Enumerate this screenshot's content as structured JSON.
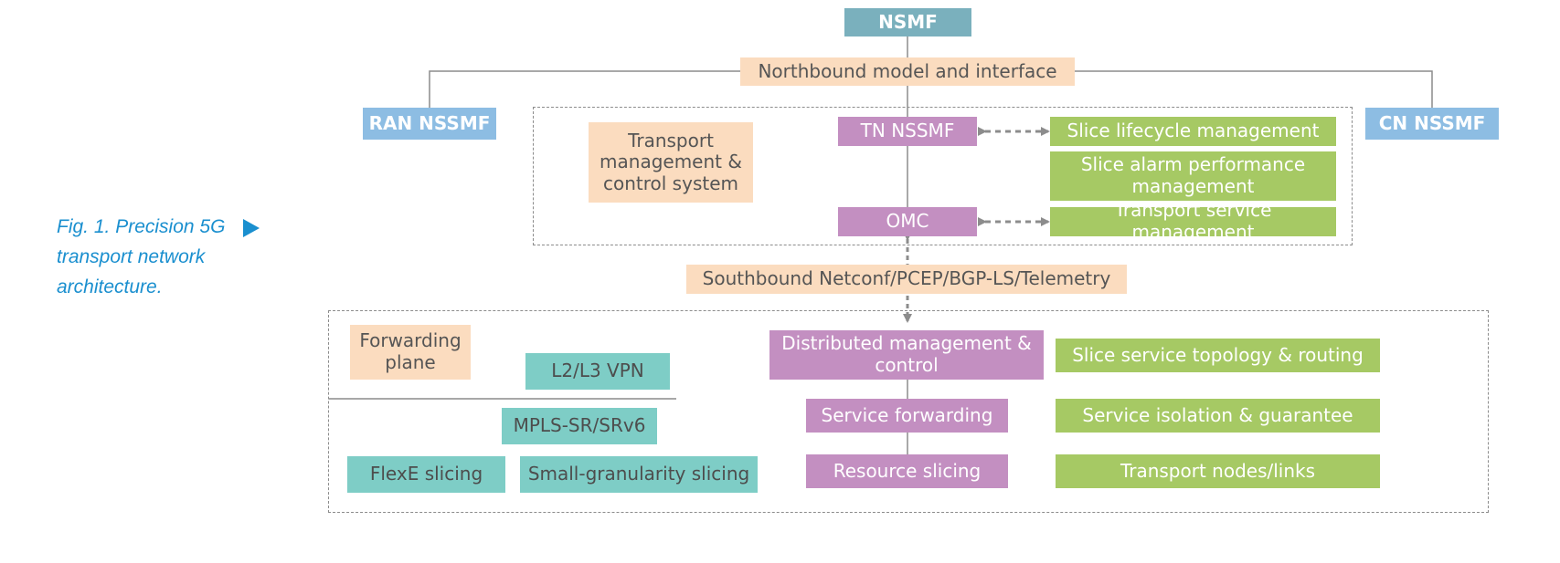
{
  "caption": {
    "lines": [
      "Fig. 1. Precision 5G",
      "transport network",
      "architecture."
    ]
  },
  "boxes": {
    "nsmf": "NSMF",
    "northbound": "Northbound model and interface",
    "ran_nssmf": "RAN NSSMF",
    "cn_nssmf": "CN NSSMF",
    "transport_mgmt": [
      "Transport",
      "management &",
      "control system"
    ],
    "tn_nssmf": "TN NSSMF",
    "omc": "OMC",
    "slice_lifecycle": "Slice lifecycle management",
    "slice_alarm": [
      "Slice alarm performance",
      "management"
    ],
    "transport_service_mgmt": "Transport service management",
    "southbound": "Southbound Netconf/PCEP/BGP-LS/Telemetry",
    "forwarding_plane": [
      "Forwarding",
      "plane"
    ],
    "l2l3_vpn": "L2/L3 VPN",
    "mpls": "MPLS-SR/SRv6",
    "flexe": "FlexE slicing",
    "small_granularity": "Small-granularity slicing",
    "distributed": [
      "Distributed management &",
      "control"
    ],
    "service_forwarding": "Service forwarding",
    "resource_slicing": "Resource slicing",
    "slice_topology": "Slice service topology & routing",
    "service_isolation": "Service isolation & guarantee",
    "transport_nodes": "Transport nodes/links"
  },
  "colors": {
    "blue": "#8dbde3",
    "teal": "#7ab0bd",
    "peach": "#fbdcbf",
    "purple": "#c38fc1",
    "green": "#a6c964",
    "cyan": "#7ecdc6",
    "caption": "#1a8fcf",
    "line": "#8c8c8c"
  }
}
